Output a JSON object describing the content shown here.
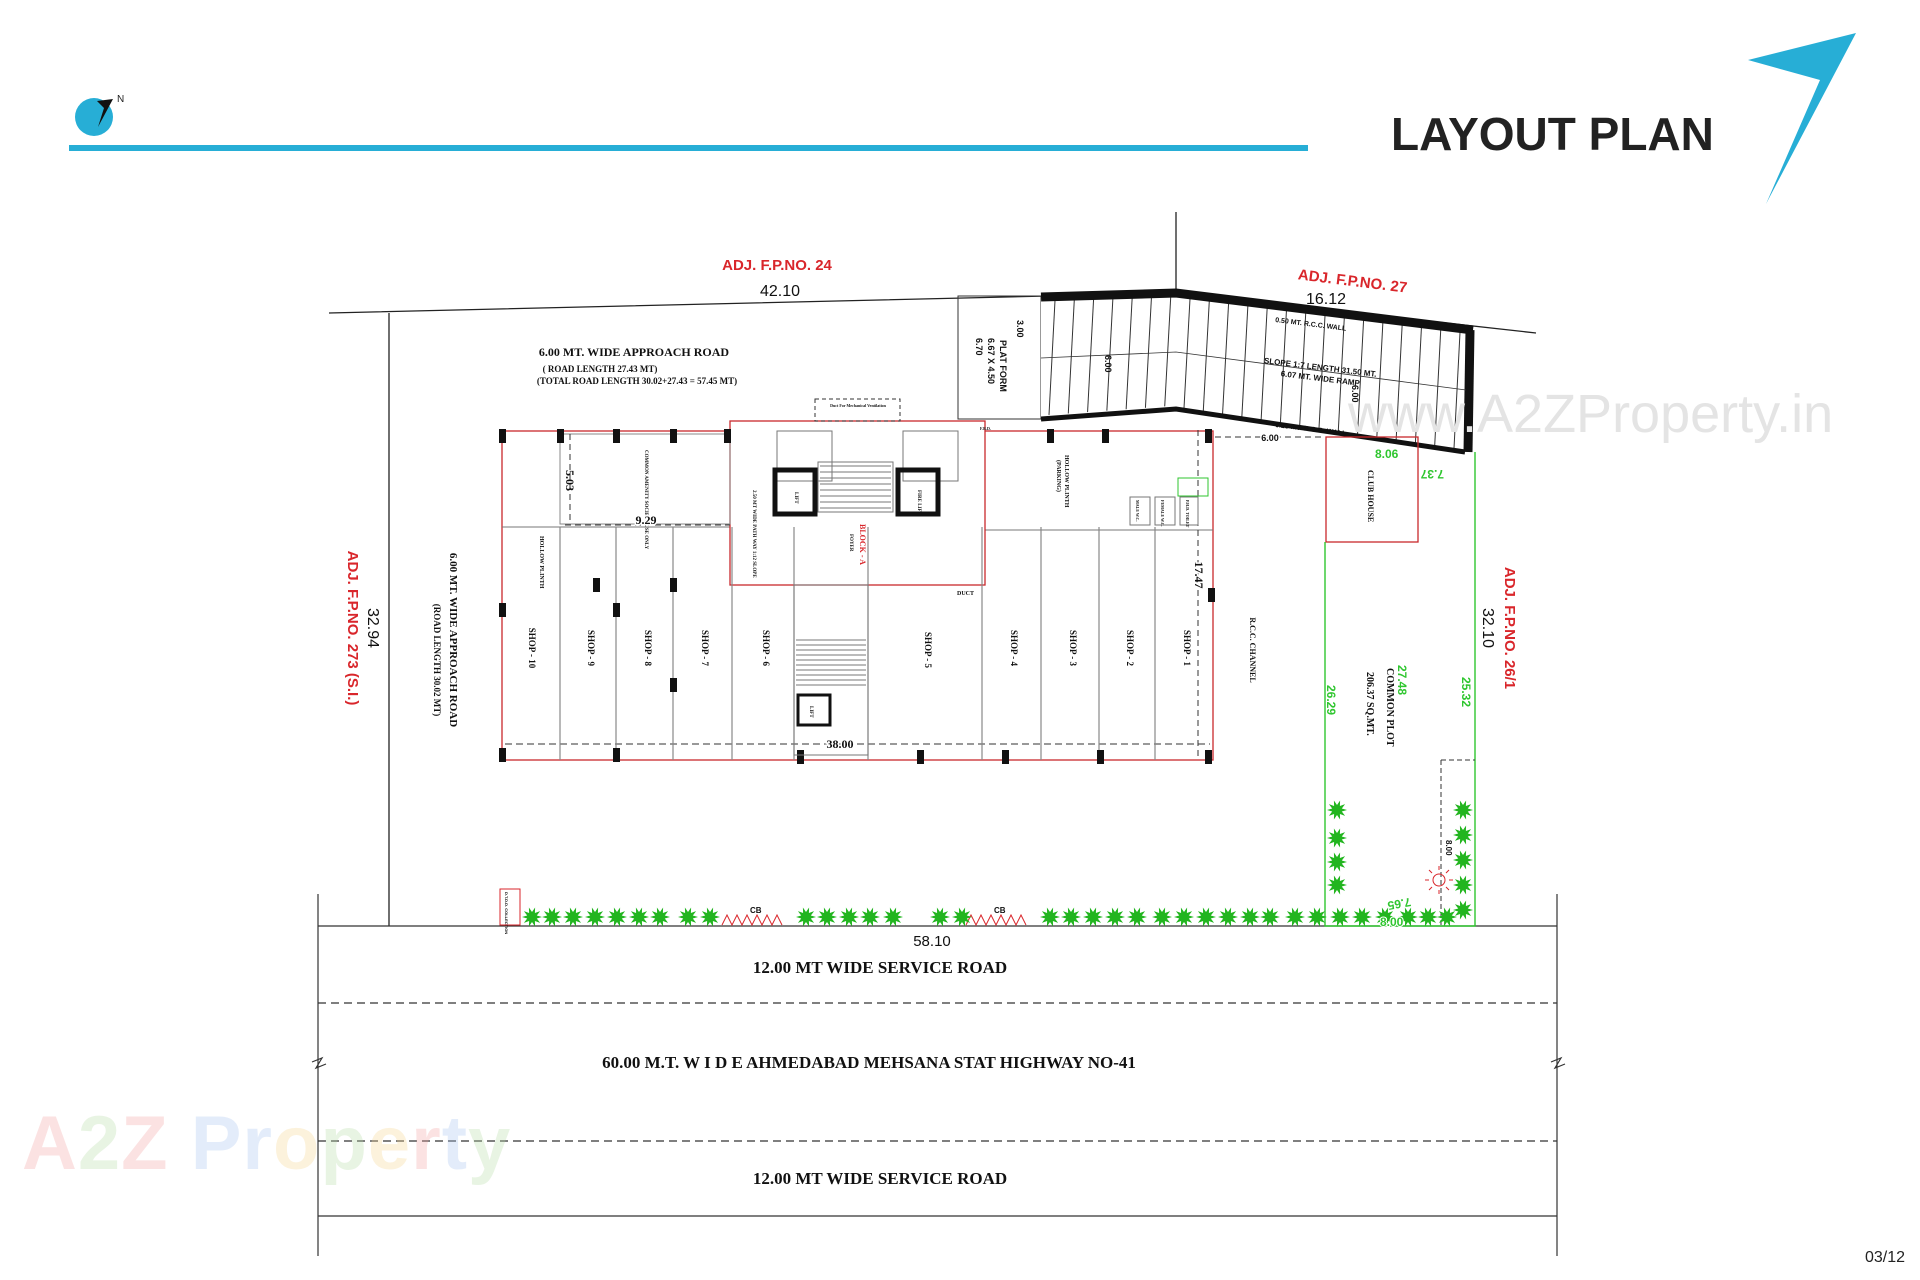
{
  "header": {
    "title": "LAYOUT PLAN",
    "north_label": "N",
    "accent_color": "#27aed6",
    "page_number": "03/12"
  },
  "watermarks": {
    "site": "www.A2ZProperty.in",
    "brand": [
      "A",
      "2",
      "Z",
      " P",
      "r",
      "o",
      "p",
      "e",
      "r",
      "t",
      "y"
    ]
  },
  "adjacent": {
    "north": {
      "label": "ADJ. F.P.NO. 24",
      "length": "42.10"
    },
    "north_east": {
      "label": "ADJ. F.P.NO. 27",
      "length": "16.12"
    },
    "west": {
      "label": "ADJ. F.P.NO. 273 (S.I.)",
      "length": "32.94"
    },
    "east": {
      "label": "ADJ. F.P.NO. 26/1",
      "length": "32.10"
    },
    "south_length": "58.10"
  },
  "roads": {
    "top_title": "6.00 MT. WIDE APPROACH ROAD",
    "top_sub1": "( ROAD LENGTH 27.43 MT)",
    "top_sub2": "(TOTAL ROAD LENGTH 30.02+27.43 = 57.45 MT)",
    "side_title": "6.00 MT. WIDE APPROACH ROAD",
    "side_sub": "(ROAD LENGTH 30.02 MT)",
    "service_1": "12.00 MT WIDE SERVICE ROAD",
    "highway": "60.00   M.T.  W I D E  AHMEDABAD MEHSANA STAT HIGHWAY NO-41",
    "service_2": "12.00 MT WIDE SERVICE ROAD"
  },
  "ramp": {
    "platform": "PLAT FORM",
    "platform_size": "6.67 X 4.50",
    "dim_670": "6.70",
    "dim_300": "3.00",
    "dim_600a": "6.00",
    "dim_600b": "6.00",
    "dim_600c": "6.00",
    "wall_top": "0.50 MT. R.C.C. WALL",
    "wall_bottom": "0.23 MT. R.C.C. WALL",
    "slope": "SLOPE 1:7  LENGTH  31.50 MT.",
    "width": "6.07 MT. WIDE RAMP"
  },
  "building": {
    "block": "BLOCK - A",
    "foyer": "FOYER",
    "lift": "LIFT",
    "fire_lift": "FIRE LIFT",
    "hollow_plinth": "HOLLOW PLINTH",
    "parking": "(PARKING)",
    "amenity": "COMMON AMENITY SOCIETY USE ONLY",
    "pathway": "2.50 MT WIDE PATH WAY 1:12 SLOPE",
    "duct": "DUCT",
    "duct_note": "Duct For Mechanical Ventilation ",
    "male_wc": "MALE W.C.",
    "female_wc": "FEMALE W.C.",
    "phd_toilet": "P.H.D. TOILET",
    "frd": "F.R.D.",
    "dim_503": "5.03",
    "dim_929": "9.29",
    "dim_3800": "38.00",
    "dim_1747": "17.47",
    "shops": [
      "SHOP - 10",
      "SHOP - 9",
      "SHOP - 8",
      "SHOP - 7",
      "SHOP - 6",
      "SHOP - 5",
      "SHOP - 4",
      "SHOP - 3",
      "SHOP - 2",
      "SHOP - 1"
    ]
  },
  "site": {
    "rcc_channel": "R.C.C. CHANNEL",
    "club_house": "CLUB HOUSE",
    "common_plot": "COMMON PLOT",
    "common_area": "206.37 SQ.MT.",
    "cp_dims": [
      "8.06",
      "7.37",
      "26.29",
      "27.48",
      "25.32",
      "7.65",
      "8.00",
      "8.00"
    ],
    "collection": "D.T.D.D. COLLECTION",
    "cb": "CB",
    "colors": {
      "boundary": "#d9262b",
      "green": "#2fc62f",
      "tree": "#22b51f"
    }
  }
}
